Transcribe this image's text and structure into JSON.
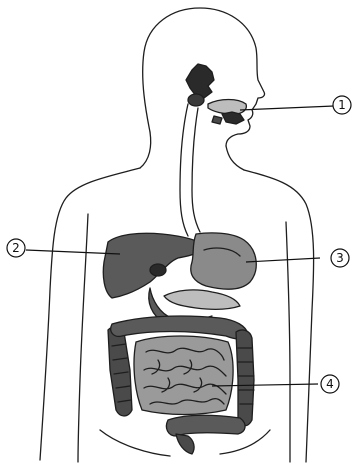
{
  "diagram": {
    "labels": [
      {
        "id": "1",
        "text": "1"
      },
      {
        "id": "2",
        "text": "2"
      },
      {
        "id": "3",
        "text": "3"
      },
      {
        "id": "4",
        "text": "4"
      }
    ]
  },
  "colors": {
    "line": "#1e1e1e",
    "dark_fill": "#2a2a2a",
    "mid_fill": "#5a5a5a",
    "light_fill": "#bdbdbd",
    "background": "#ffffff"
  }
}
